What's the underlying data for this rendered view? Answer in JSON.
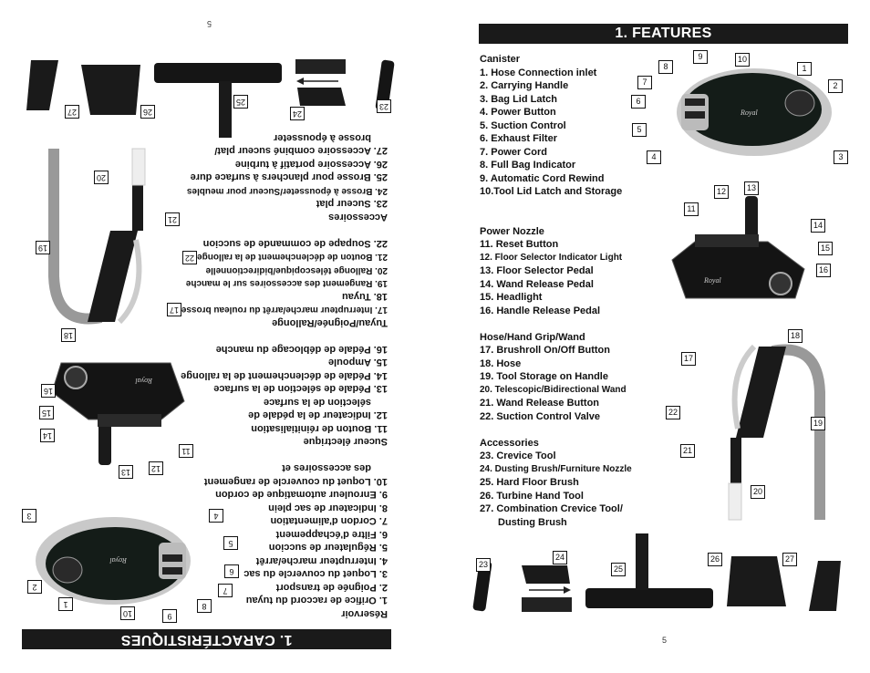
{
  "right": {
    "title": "1. FEATURES",
    "page_number": "5",
    "sections": [
      {
        "heading": "Canister",
        "items": [
          "1. Hose Connection inlet",
          "2. Carrying Handle",
          "3. Bag Lid Latch",
          "4. Power Button",
          "5. Suction Control",
          "6. Exhaust Filter",
          "7. Power Cord",
          "8. Full Bag Indicator",
          "9. Automatic Cord Rewind",
          "10.Tool Lid Latch and Storage"
        ]
      },
      {
        "heading": "Power Nozzle",
        "items": [
          "11. Reset Button",
          "12. Floor Selector Indicator Light",
          "13. Floor Selector Pedal",
          "14. Wand Release Pedal",
          "15. Headlight",
          "16. Handle Release Pedal"
        ]
      },
      {
        "heading": "Hose/Hand Grip/Wand",
        "items": [
          "17. Brushroll On/Off Button",
          "18. Hose",
          "19. Tool Storage on Handle",
          "20. Telescopic/Bidirectional Wand",
          "21. Wand Release Button",
          "22. Suction Control Valve"
        ]
      },
      {
        "heading": "Accessories",
        "items": [
          "23. Crevice Tool",
          "24. Dusting Brush/Furniture Nozzle",
          "25. Hard Floor Brush",
          "26. Turbine Hand Tool",
          "27. Combination Crevice Tool/",
          "Dusting Brush"
        ]
      }
    ],
    "callouts": {
      "canister": [
        "9",
        "10",
        "8",
        "1",
        "7",
        "2",
        "6",
        "5",
        "4",
        "3"
      ],
      "nozzle": [
        "12",
        "13",
        "11",
        "14",
        "15",
        "16"
      ],
      "hose": [
        "18",
        "17",
        "22",
        "19",
        "21",
        "20"
      ],
      "tools": [
        "23",
        "24",
        "25",
        "26",
        "27"
      ]
    }
  },
  "left": {
    "title": "1. CARACTÉRISTIQUES",
    "page_number": "5",
    "sections": [
      {
        "heading": "Réservoir",
        "items": [
          "1. Orifice de raccord du tuyau",
          "2. Poignée de transport",
          "3. Loquet du couvercle du sac",
          "4. Interrupteur marche/arrêt",
          "5. Régulateur de succion",
          "6. Filtre d'échappement",
          "7. Cordon d'alimentation",
          "8. Indicateur de sac plein",
          "9. Enrouleur automatique de cordon",
          "10. Loquet du couvercle de rangement",
          "des accessoires et"
        ]
      },
      {
        "heading": "Suceur électrique",
        "items": [
          "11. Bouton de réinitialisation",
          "12. Indicateur de la pédale de",
          "sélection de la surface",
          "13. Pédale de sélection de la surface",
          "14. Pédale de déclenchement de la rallonge",
          "15. Ampoule",
          "16. Pédale de déblocage du manche"
        ]
      },
      {
        "heading": "Tuyau/Poignée/Rallonge",
        "items": [
          "17. Interrupteur marche/arrêt du rouleau brosse",
          "18. Tuyau",
          "19. Rangement des accessoires sur le manche",
          "20. Rallonge télescopique/bidirectionnelle",
          "21. Bouton de déclenchement de la rallonge",
          "22. Soupape de commande de succion"
        ]
      },
      {
        "heading": "Accessoires",
        "items": [
          "23. Suceur plat",
          "24. Brosse à épousseter/Suceur pour meubles",
          "25. Brosse pour planchers à surface dure",
          "26. Accessoire portatif à turbine",
          "27. Accessoire combiné suceur plat/",
          "brosse à épousseter"
        ]
      }
    ],
    "callouts": {
      "canister": [
        "9",
        "10",
        "8",
        "1",
        "7",
        "2",
        "6",
        "5",
        "4",
        "3"
      ],
      "nozzle": [
        "12",
        "13",
        "11",
        "14",
        "15",
        "16"
      ],
      "hose": [
        "18",
        "17",
        "22",
        "19",
        "21",
        "20"
      ],
      "tools": [
        "23",
        "24",
        "25",
        "26",
        "27"
      ]
    }
  },
  "colors": {
    "title_bar": "#1a1a1a",
    "body": "#0f1a14",
    "chrome": "#bfbfbf"
  }
}
